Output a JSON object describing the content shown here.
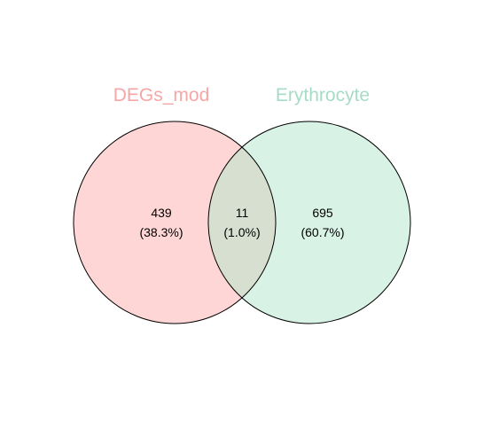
{
  "venn": {
    "sets": [
      {
        "name": "DEGs_mod",
        "fill_color": "#ffd6d6",
        "label_color": "#f6a6a6"
      },
      {
        "name": "Erythrocyte",
        "fill_color": "#d8f2e6",
        "label_color": "#a6dcc6"
      }
    ],
    "overlap_fill_color": "#d6dfd0",
    "outline_color": "#000000",
    "regions": [
      {
        "id": "left-only",
        "count": "439",
        "percent": "(38.3%)"
      },
      {
        "id": "intersection",
        "count": "11",
        "percent": "(1.0%)"
      },
      {
        "id": "right-only",
        "count": "695",
        "percent": "(60.7%)"
      }
    ]
  }
}
